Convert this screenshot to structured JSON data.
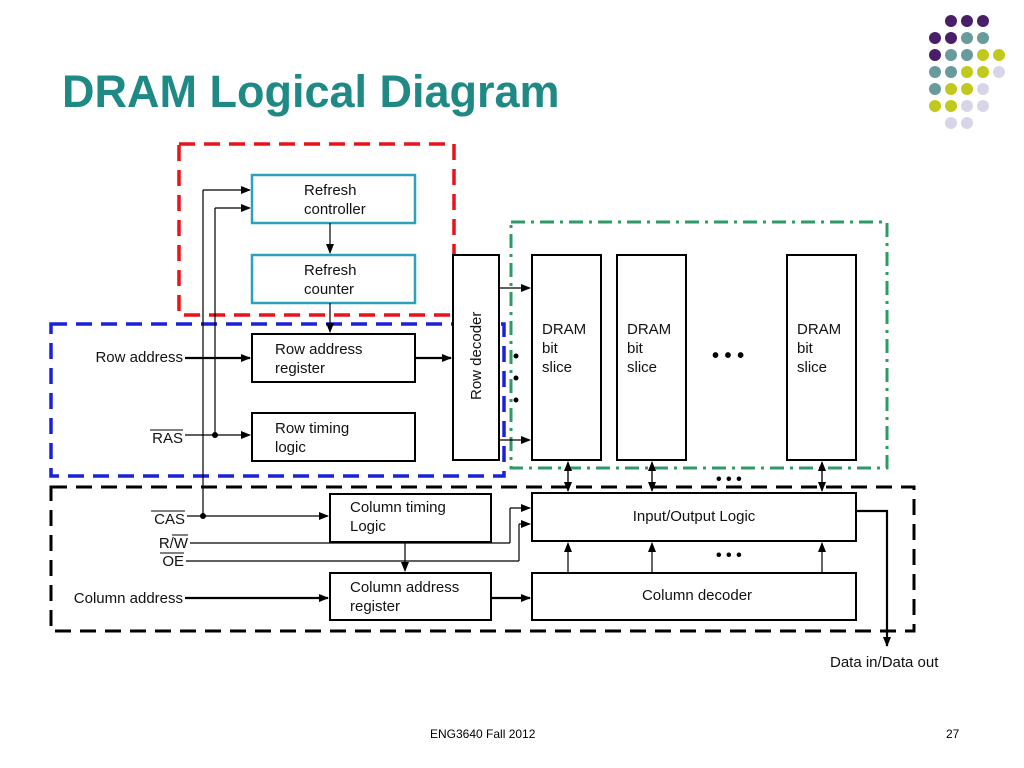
{
  "slide": {
    "title": "DRAM Logical Diagram",
    "footer": "ENG3640 Fall 2012",
    "page_number": "27"
  },
  "colors": {
    "title": "#1f8a85",
    "refresh_group_border": "#e8141a",
    "row_group_border": "#1a22d6",
    "array_group_border": "#2e9a66",
    "column_group_border": "#000000",
    "refresh_box_border": "#2aa2b8"
  },
  "decoration": {
    "dot_colors": [
      "purple",
      "teal-gray",
      "yellow-green",
      "light-lavender"
    ]
  },
  "blocks": {
    "refresh_controller": [
      "Refresh",
      "controller"
    ],
    "refresh_counter": [
      "Refresh",
      "counter"
    ],
    "row_address_register": [
      "Row address",
      "register"
    ],
    "row_timing_logic": [
      "Row timing",
      "logic"
    ],
    "row_decoder": "Row decoder",
    "dram_bit_slice": [
      "DRAM",
      "bit",
      "slice"
    ],
    "column_timing_logic": [
      "Column timing",
      "Logic"
    ],
    "column_address_register": [
      "Column address",
      "register"
    ],
    "input_output_logic": "Input/Output Logic",
    "column_decoder": "Column decoder"
  },
  "signals": {
    "row_address": "Row address",
    "ras": "RAS",
    "cas": "CAS",
    "rw": "R/W",
    "oe": "OE",
    "column_address": "Column address",
    "data": "Data in/Data out"
  },
  "ellipsis": "• • •"
}
